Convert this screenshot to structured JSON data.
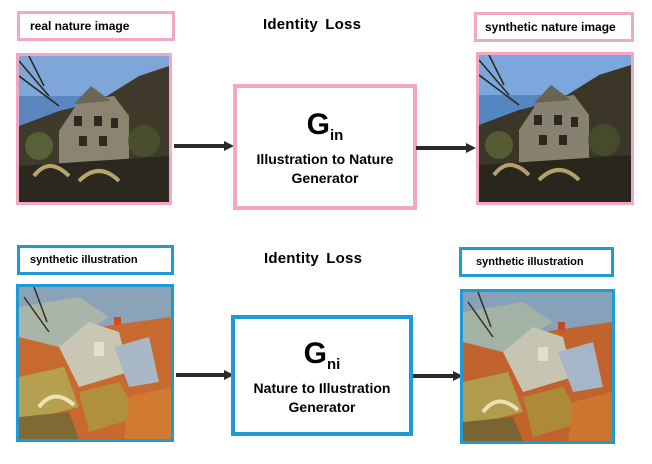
{
  "top": {
    "title": "Identity Loss",
    "input_label": "real nature image",
    "output_label": "synthetic nature image",
    "generator": {
      "symbol": "G",
      "subscript": "in",
      "line1": "Illustration to Nature",
      "line2": "Generator"
    }
  },
  "bottom": {
    "title": "Identity Loss",
    "input_label": "synthetic illustration",
    "output_label": "synthetic illustration",
    "generator": {
      "symbol": "G",
      "subscript": "ni",
      "line1": "Nature to Illustration",
      "line2": "Generator"
    }
  },
  "colors": {
    "top_accent": "#f0a8c4",
    "bottom_accent": "#1e9ad6",
    "arrow": "#2a2a2a"
  }
}
